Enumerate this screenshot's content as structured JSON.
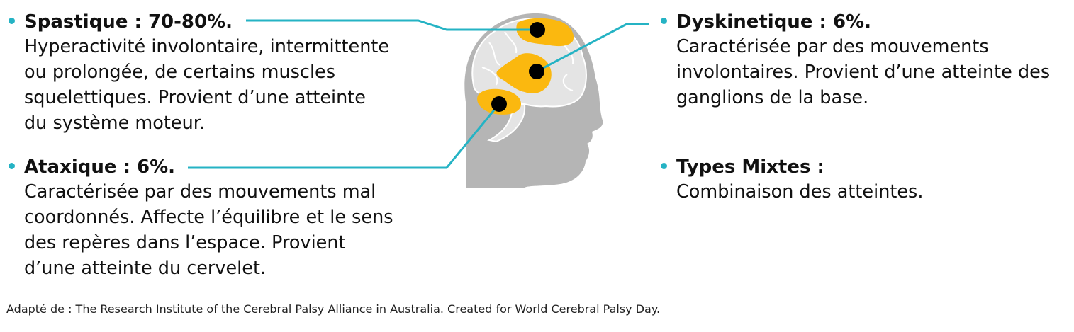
{
  "sections": [
    {
      "id": "spastique",
      "title": "Spastique : 70-80%.",
      "lines": [
        "Hyperactivité involontaire, intermittente",
        "ou prolongée, de certains muscles",
        "squelettiques. Provient d’une atteinte",
        "du système moteur."
      ]
    },
    {
      "id": "ataxique",
      "title": "Ataxique : 6%.",
      "lines": [
        "Caractérisée par des mouvements mal",
        "coordonnés. Affecte l’équilibre et le sens",
        "des repères dans l’espace. Provient",
        "d’une atteinte du cervelet."
      ]
    },
    {
      "id": "dyskinetique",
      "title": "Dyskinetique : 6%.",
      "lines": [
        "Caractérisée par des mouvements",
        "involontaires. Provient d’une atteinte des",
        "ganglions de la base."
      ]
    },
    {
      "id": "mixtes",
      "title": "Types Mixtes :",
      "lines": [
        "Combinaison des atteintes."
      ]
    }
  ],
  "source": "Adapté de : The Research Institute of the Cerebral Palsy Alliance in Australia. Created for World Cerebral Palsy Day.",
  "colors": {
    "accent": "#25b3c4",
    "highlight": "#fbb80f",
    "head": "#b5b5b5",
    "brain": "#e3e3e3",
    "marker": "#000000"
  }
}
